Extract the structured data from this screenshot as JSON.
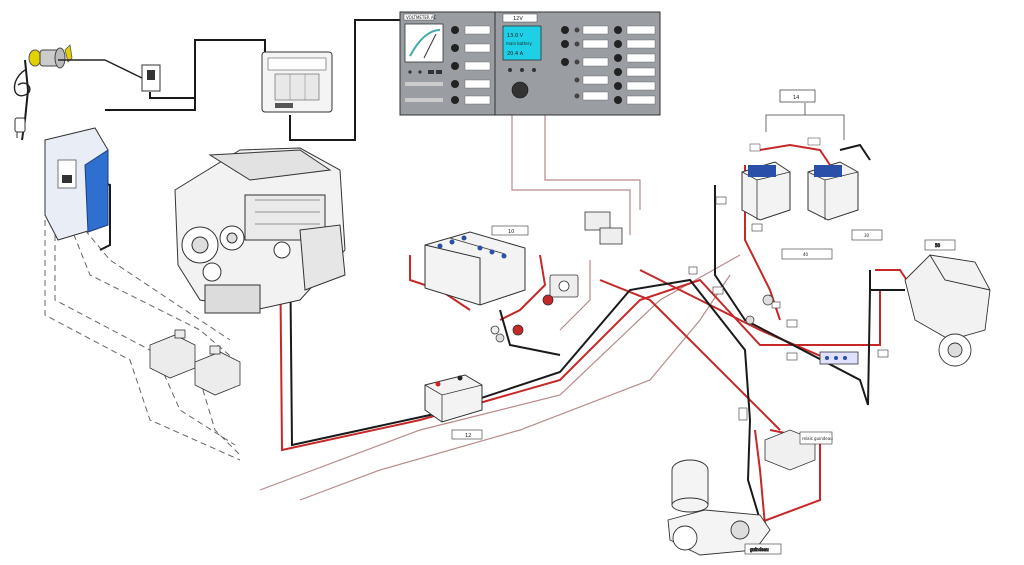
{
  "ac_panel": {
    "title": "VOLTMETER AC"
  },
  "dc_panel": {
    "title": "12V",
    "display": {
      "line1": "13.0 V",
      "line2": "main battery",
      "line3": "20.4 A"
    }
  },
  "labels": {
    "battery_pair_left": "10",
    "small_battery": "12",
    "battery_pair_right": "14",
    "box_middle_right": "40",
    "box_right": "30",
    "windlass": "50",
    "relay": "relais guindeau",
    "windlass_motor": "guindeau"
  },
  "colors": {
    "wire_positive": "#c62828",
    "wire_negative": "#1a1a1a",
    "wire_auxiliary": "#b88a8a",
    "panel_fill": "#9a9ea3",
    "charger_blue": "#2f6fd0",
    "battery_cap_blue": "#2a4fa8"
  }
}
